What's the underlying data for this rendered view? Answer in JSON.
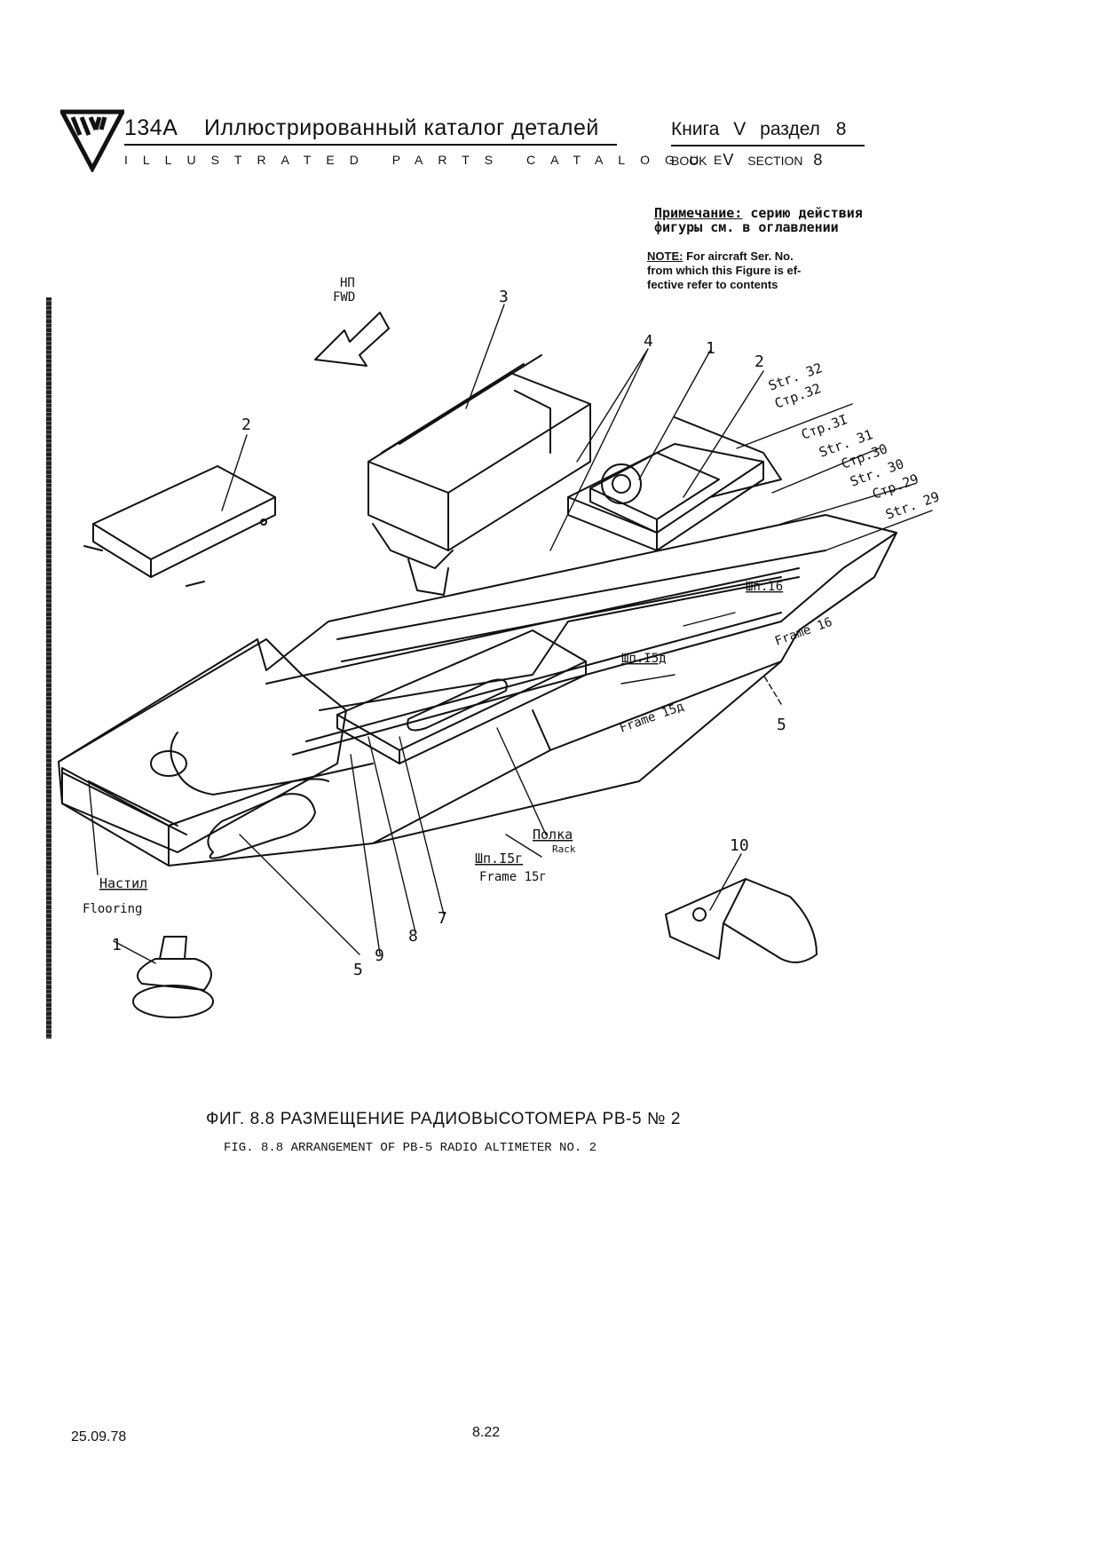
{
  "header": {
    "model": "134A",
    "title_ru": "Иллюстрированный каталог деталей",
    "title_en": "ILLUSTRATED PARTS CATALOGUE",
    "book_ru": "Книга",
    "book_num_ru": "V",
    "section_ru": "раздел",
    "section_num_ru": "8",
    "book_en": "BOOK",
    "book_num_en": "V",
    "section_en": "SECTION",
    "section_num_en": "8"
  },
  "note": {
    "ru_label": "Примечание:",
    "ru_text_1": "серию действия",
    "ru_text_2": "фигуры см. в оглавлении",
    "en_label": "NOTE:",
    "en_line_1": "For aircraft Ser. No.",
    "en_line_2": "from which this Figure is ef-",
    "en_line_3": "fective refer to contents"
  },
  "figure": {
    "fwd_ru": "НП",
    "fwd_en": "FWD",
    "callouts": {
      "c3": "3",
      "c4": "4",
      "c1a": "1",
      "c2a": "2",
      "c2b": "2",
      "c5a": "5",
      "c5b": "5",
      "c9": "9",
      "c8": "8",
      "c7": "7",
      "c10": "10",
      "c1b": "1"
    },
    "stringers": {
      "str32": "Str. 32",
      "stp32": "Стр.32",
      "stp31": "Стр.3I",
      "str31": "Str. 31",
      "stp30": "Стр.30",
      "str30": "Str. 30",
      "stp29": "Стр.29",
      "str29": "Str. 29"
    },
    "frames": {
      "shp16": "Шп.I6",
      "frame16": "Frame 16",
      "shp15d": "Шп.I5д",
      "frame15d": "Frame 15д",
      "shp15g": "Шп.I5г",
      "frame15g": "Frame 15г"
    },
    "rack_ru": "Полка",
    "rack_en": "Rack",
    "flooring_ru": "Настил",
    "flooring_en": "Flooring"
  },
  "caption": {
    "ru_prefix": "ФИГ.",
    "ru_text": "8.8  РАЗМЕЩЕНИЕ РАДИОВЫСОТОМЕРА РВ-5  № 2",
    "en_text": "FIG. 8.8 ARRANGEMENT OF PB-5 RADIO ALTIMETER NO. 2"
  },
  "footer": {
    "date": "25.09.78",
    "page": "8.22"
  }
}
